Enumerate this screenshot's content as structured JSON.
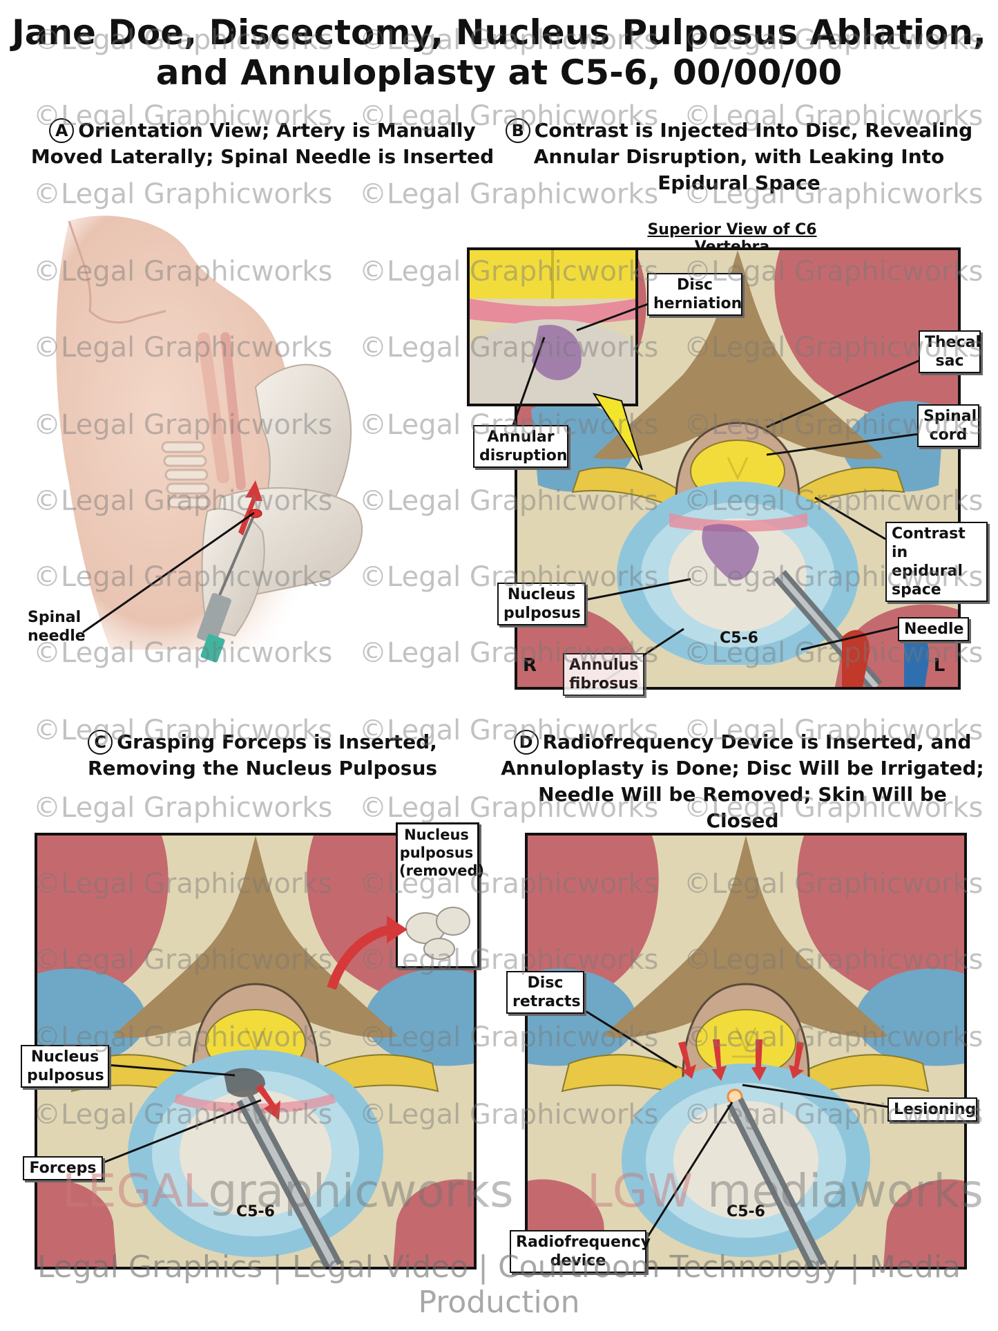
{
  "title": {
    "line1": "Jane Doe, Discectomy, Nucleus Pulposus Ablation,",
    "line2": "and Annuloplasty at C5-6, 00/00/00"
  },
  "panels": {
    "a": {
      "letter": "A",
      "line1": "Orientation View; Artery is Manually",
      "line2": "Moved Laterally; Spinal Needle is Inserted",
      "labels": {
        "spinal_needle": "Spinal needle"
      }
    },
    "b": {
      "letter": "B",
      "line1": "Contrast is Injected Into Disc, Revealing",
      "line2": "Annular Disruption, with Leaking Into",
      "line3": "Epidural Space",
      "subtitle": "Superior View of C6 Vertebra",
      "labels": {
        "disc_herniation": "Disc herniation",
        "annular_disruption": "Annular disruption",
        "thecal_sac": "Thecal sac",
        "spinal_cord": "Spinal cord",
        "contrast": "Contrast in epidural space",
        "nucleus": "Nucleus pulposus",
        "needle": "Needle",
        "annulus": "Annulus fibrosus",
        "level": "C5-6",
        "right": "R",
        "left": "L"
      }
    },
    "c": {
      "letter": "C",
      "line1": "Grasping Forceps is Inserted,",
      "line2": "Removing the Nucleus Pulposus",
      "labels": {
        "removed": "Nucleus pulposus (removed)",
        "nucleus": "Nucleus pulposus",
        "forceps": "Forceps",
        "level": "C5-6"
      }
    },
    "d": {
      "letter": "D",
      "line1": "Radiofrequency Device is Inserted, and",
      "line2": "Annuloplasty is Done; Disc Will be Irrigated;",
      "line3": "Needle Will be Removed; Skin Will be Closed",
      "labels": {
        "disc_retracts": "Disc retracts",
        "lesioning": "Lesioning",
        "rf_device": "Radiofrequency device",
        "level": "C5-6"
      }
    }
  },
  "watermark": "©Legal Graphicworks",
  "brand": {
    "legal": "LEGAL",
    "graphicworks": "graphicworks",
    "lgw": "LGW",
    "mediaworks": "mediaworks"
  },
  "footer": "Legal Graphics | Legal Video | Courtroom Technology | Media Production",
  "colors": {
    "muscle": "#c46a6e",
    "bone": "#b89d6a",
    "cord": "#f2dc3c",
    "annulus": "#8fc6dc",
    "nucleus": "#e9e4d8",
    "contrast": "#8a5ba0"
  }
}
